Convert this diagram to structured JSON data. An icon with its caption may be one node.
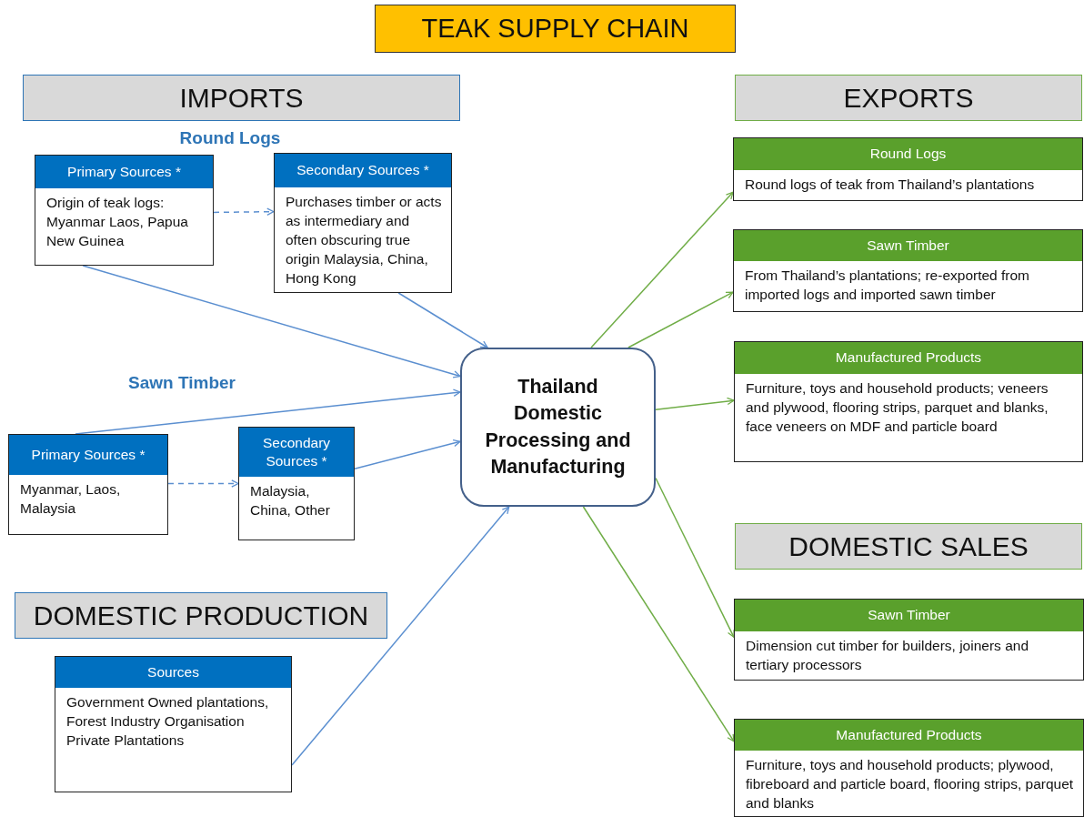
{
  "diagram": {
    "title": "TEAK SUPPLY CHAIN",
    "nodes": [
      {
        "text": [
          "IMPORTS"
        ]
      },
      {
        "text": [
          "Primary Sources *",
          "Origin of teak logs: Myanmar Laos, Papua New Guinea"
        ]
      },
      {
        "text": [
          "Secondary Sources *",
          "Purchases timber or acts as intermediary and often obscuring true origin Malaysia, China, Hong Kong"
        ]
      },
      {
        "text": [
          "Primary Sources *",
          "Myanmar, Laos, Malaysia"
        ]
      },
      {
        "text": [
          "Secondary Sources *",
          "Malaysia, China, Other"
        ]
      },
      {
        "text": [
          "DOMESTIC PRODUCTION"
        ]
      },
      {
        "text": [
          "Sources",
          "Government Owned plantations, Forest Industry Organisation Private Plantations"
        ]
      },
      {
        "text": [
          "Thailand Domestic Processing and Manufacturing"
        ]
      },
      {
        "text": [
          "EXPORTS"
        ]
      },
      {
        "text": [
          "Round Logs",
          "Round logs of teak from Thailand’s plantations"
        ]
      },
      {
        "text": [
          "Sawn Timber",
          "From Thailand’s plantations; re-exported from imported logs and imported sawn timber"
        ]
      },
      {
        "text": [
          "Manufactured Products",
          "Furniture, toys and household products; veneers and plywood, flooring strips, parquet and blanks, face veneers on MDF and particle board"
        ]
      },
      {
        "text": [
          "DOMESTIC SALES"
        ]
      },
      {
        "text": [
          "Sawn Timber",
          "Dimension cut timber for builders, joiners and tertiary processors"
        ]
      },
      {
        "text": [
          "Manufactured Products",
          "Furniture, toys and household products; plywood, fibreboard and particle board, flooring strips, parquet and blanks"
        ]
      }
    ],
    "edges": [
      {
        "from": 1,
        "to": 2,
        "arrow": "to",
        "style": "dashed"
      },
      {
        "from": 1,
        "to": 7,
        "arrow": "to"
      },
      {
        "from": 2,
        "to": 7,
        "arrow": "to"
      },
      {
        "from": 3,
        "to": 7,
        "arrow": "to"
      },
      {
        "from": 3,
        "to": 4,
        "arrow": "to",
        "style": "dashed"
      },
      {
        "from": 4,
        "to": 7,
        "arrow": "to"
      },
      {
        "from": 6,
        "to": 7,
        "arrow": "to"
      },
      {
        "from": 7,
        "to": 9,
        "arrow": "to",
        "color": "#70ad47"
      },
      {
        "from": 7,
        "to": 10,
        "arrow": "to",
        "color": "#70ad47"
      },
      {
        "from": 7,
        "to": 11,
        "arrow": "to",
        "color": "#70ad47"
      },
      {
        "from": 7,
        "to": 13,
        "arrow": "to",
        "color": "#70ad47"
      },
      {
        "from": 7,
        "to": 14,
        "arrow": "to",
        "color": "#70ad47"
      }
    ],
    "labels": [
      "Round Logs",
      "Sawn Timber"
    ]
  }
}
